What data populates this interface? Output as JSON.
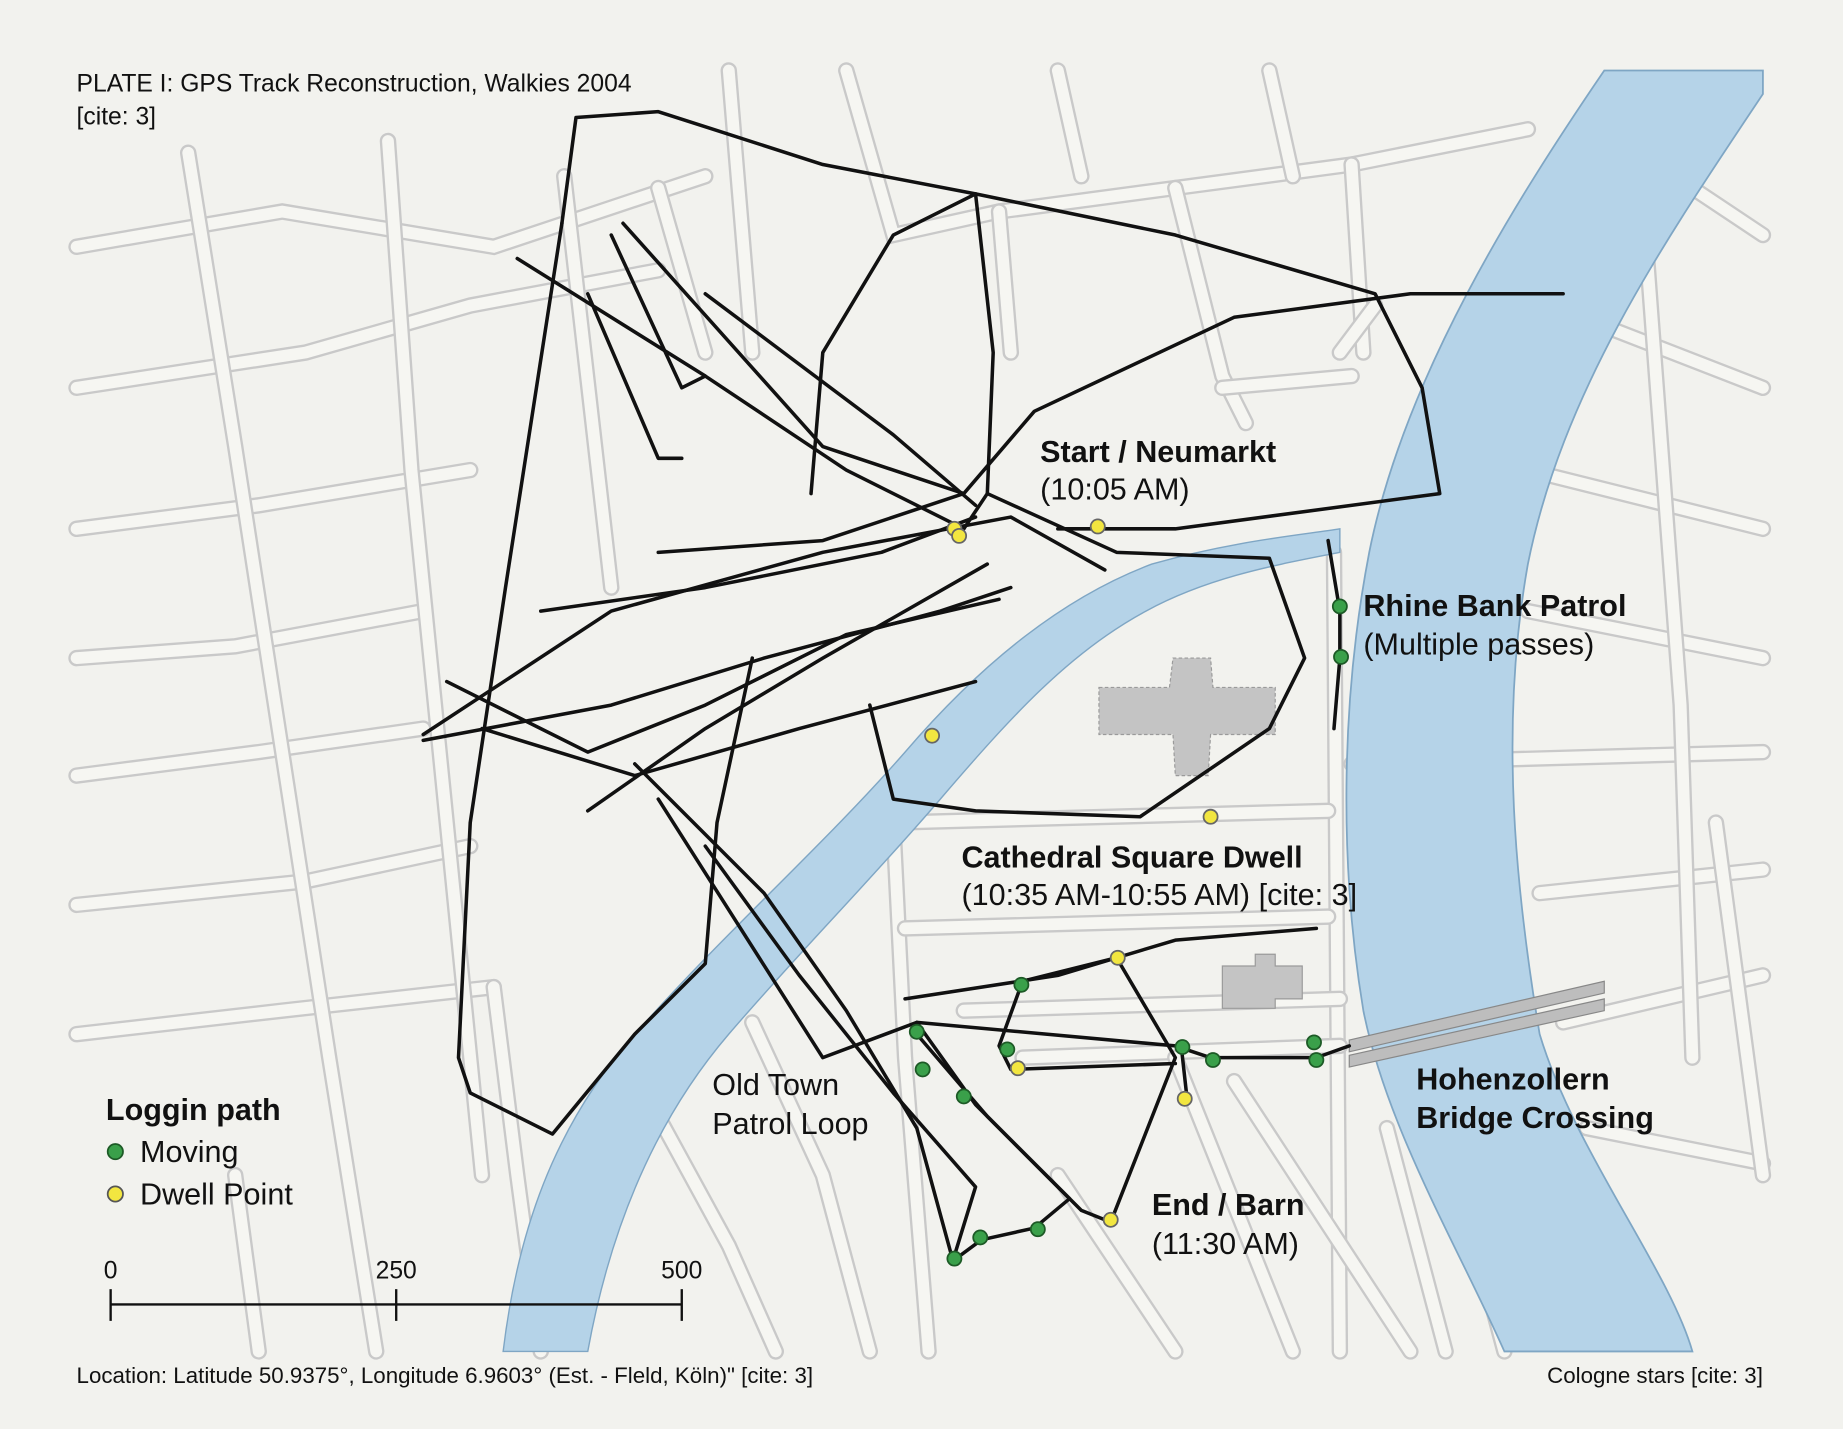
{
  "title": {
    "line1": "PLATE I: GPS Track Reconstruction, Walkies 2004",
    "line2": "[cite: 3]"
  },
  "annotations": {
    "start": {
      "name": "Start / Neumarkt",
      "time": "(10:05 AM)"
    },
    "rhine_bank": {
      "name": "Rhine Bank Patrol",
      "note": "(Multiple passes)"
    },
    "cathedral": {
      "name": "Cathedral Square Dwell",
      "time": "(10:35 AM-10:55 AM) [cite: 3]"
    },
    "old_town": {
      "line1": "Old Town",
      "line2": "Patrol Loop"
    },
    "bridge": {
      "line1": "Hohenzollern",
      "line2": "Bridge Crossing"
    },
    "end": {
      "name": "End / Barn",
      "time": "(11:30 AM)"
    }
  },
  "legend": {
    "title": "Loggin path",
    "items": [
      {
        "label": "Moving",
        "color": "#3aa04a"
      },
      {
        "label": "Dwell Point",
        "color": "#f2e640"
      }
    ]
  },
  "scale_bar": {
    "ticks": [
      "0",
      "250",
      "500"
    ]
  },
  "footer": {
    "location": "Location: Latitude 50.9375°, Longitude 6.9603° (Est. - Fleld, Köln)\" [cite: 3]",
    "credit": "Cologne stars [cite: 3]"
  },
  "colors": {
    "water": "#b5d3e8",
    "track": "#111111",
    "street": "#c9c9c9",
    "building": "#c4c4c4"
  }
}
